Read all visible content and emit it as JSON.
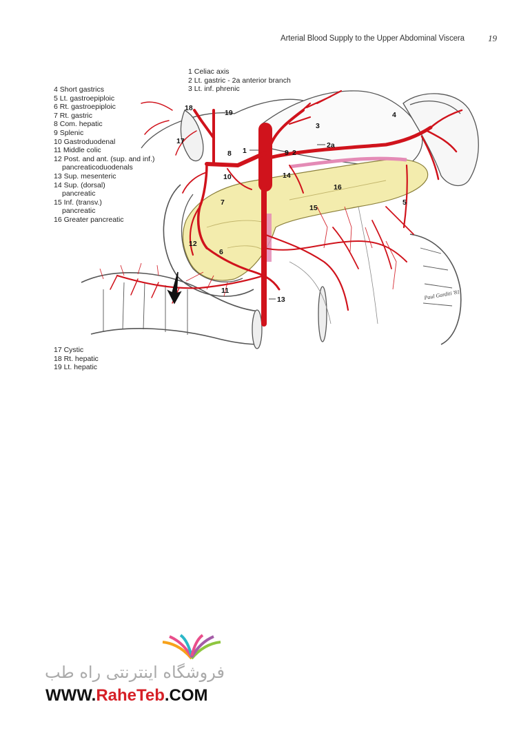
{
  "header": {
    "title": "Arterial Blood Supply to the Upper Abdominal Viscera",
    "page_number": "19"
  },
  "legend_top": [
    "1 Celiac axis",
    "2 Lt. gastric - 2a anterior branch",
    "3 Lt. inf. phrenic"
  ],
  "legend_left": [
    "4 Short gastrics",
    "5 Lt. gastroepiploic",
    "6 Rt. gastroepiploic",
    "7 Rt. gastric",
    "8 Com. hepatic",
    "9 Splenic",
    "10 Gastroduodenal",
    "11 Middle colic",
    "12 Post. and ant. (sup. and inf.)",
    "pancreaticoduodenals",
    "13 Sup. mesenteric",
    "14 Sup. (dorsal)",
    "pancreatic",
    "15 Inf. (transv.)",
    "pancreatic",
    "16 Greater pancreatic"
  ],
  "legend_bottom": [
    "17 Cystic",
    "18 Rt. hepatic",
    "19 Lt. hepatic"
  ],
  "figure_labels": [
    "1",
    "2",
    "2a",
    "3",
    "4",
    "5",
    "6",
    "7",
    "8",
    "9",
    "10",
    "11",
    "12",
    "13",
    "14",
    "15",
    "16",
    "17",
    "18",
    "19"
  ],
  "artist_signature": "Paul Garditi '81",
  "watermark": {
    "persian": "فروشگاه اینترنتی راه طب",
    "url_prefix": "WWW.",
    "url_brand": "RaheTeb",
    "url_suffix": ".COM"
  },
  "colors": {
    "artery": "#d0131c",
    "pancreas": "#f3ecad",
    "vein_pink": "#e48bb6"
  }
}
